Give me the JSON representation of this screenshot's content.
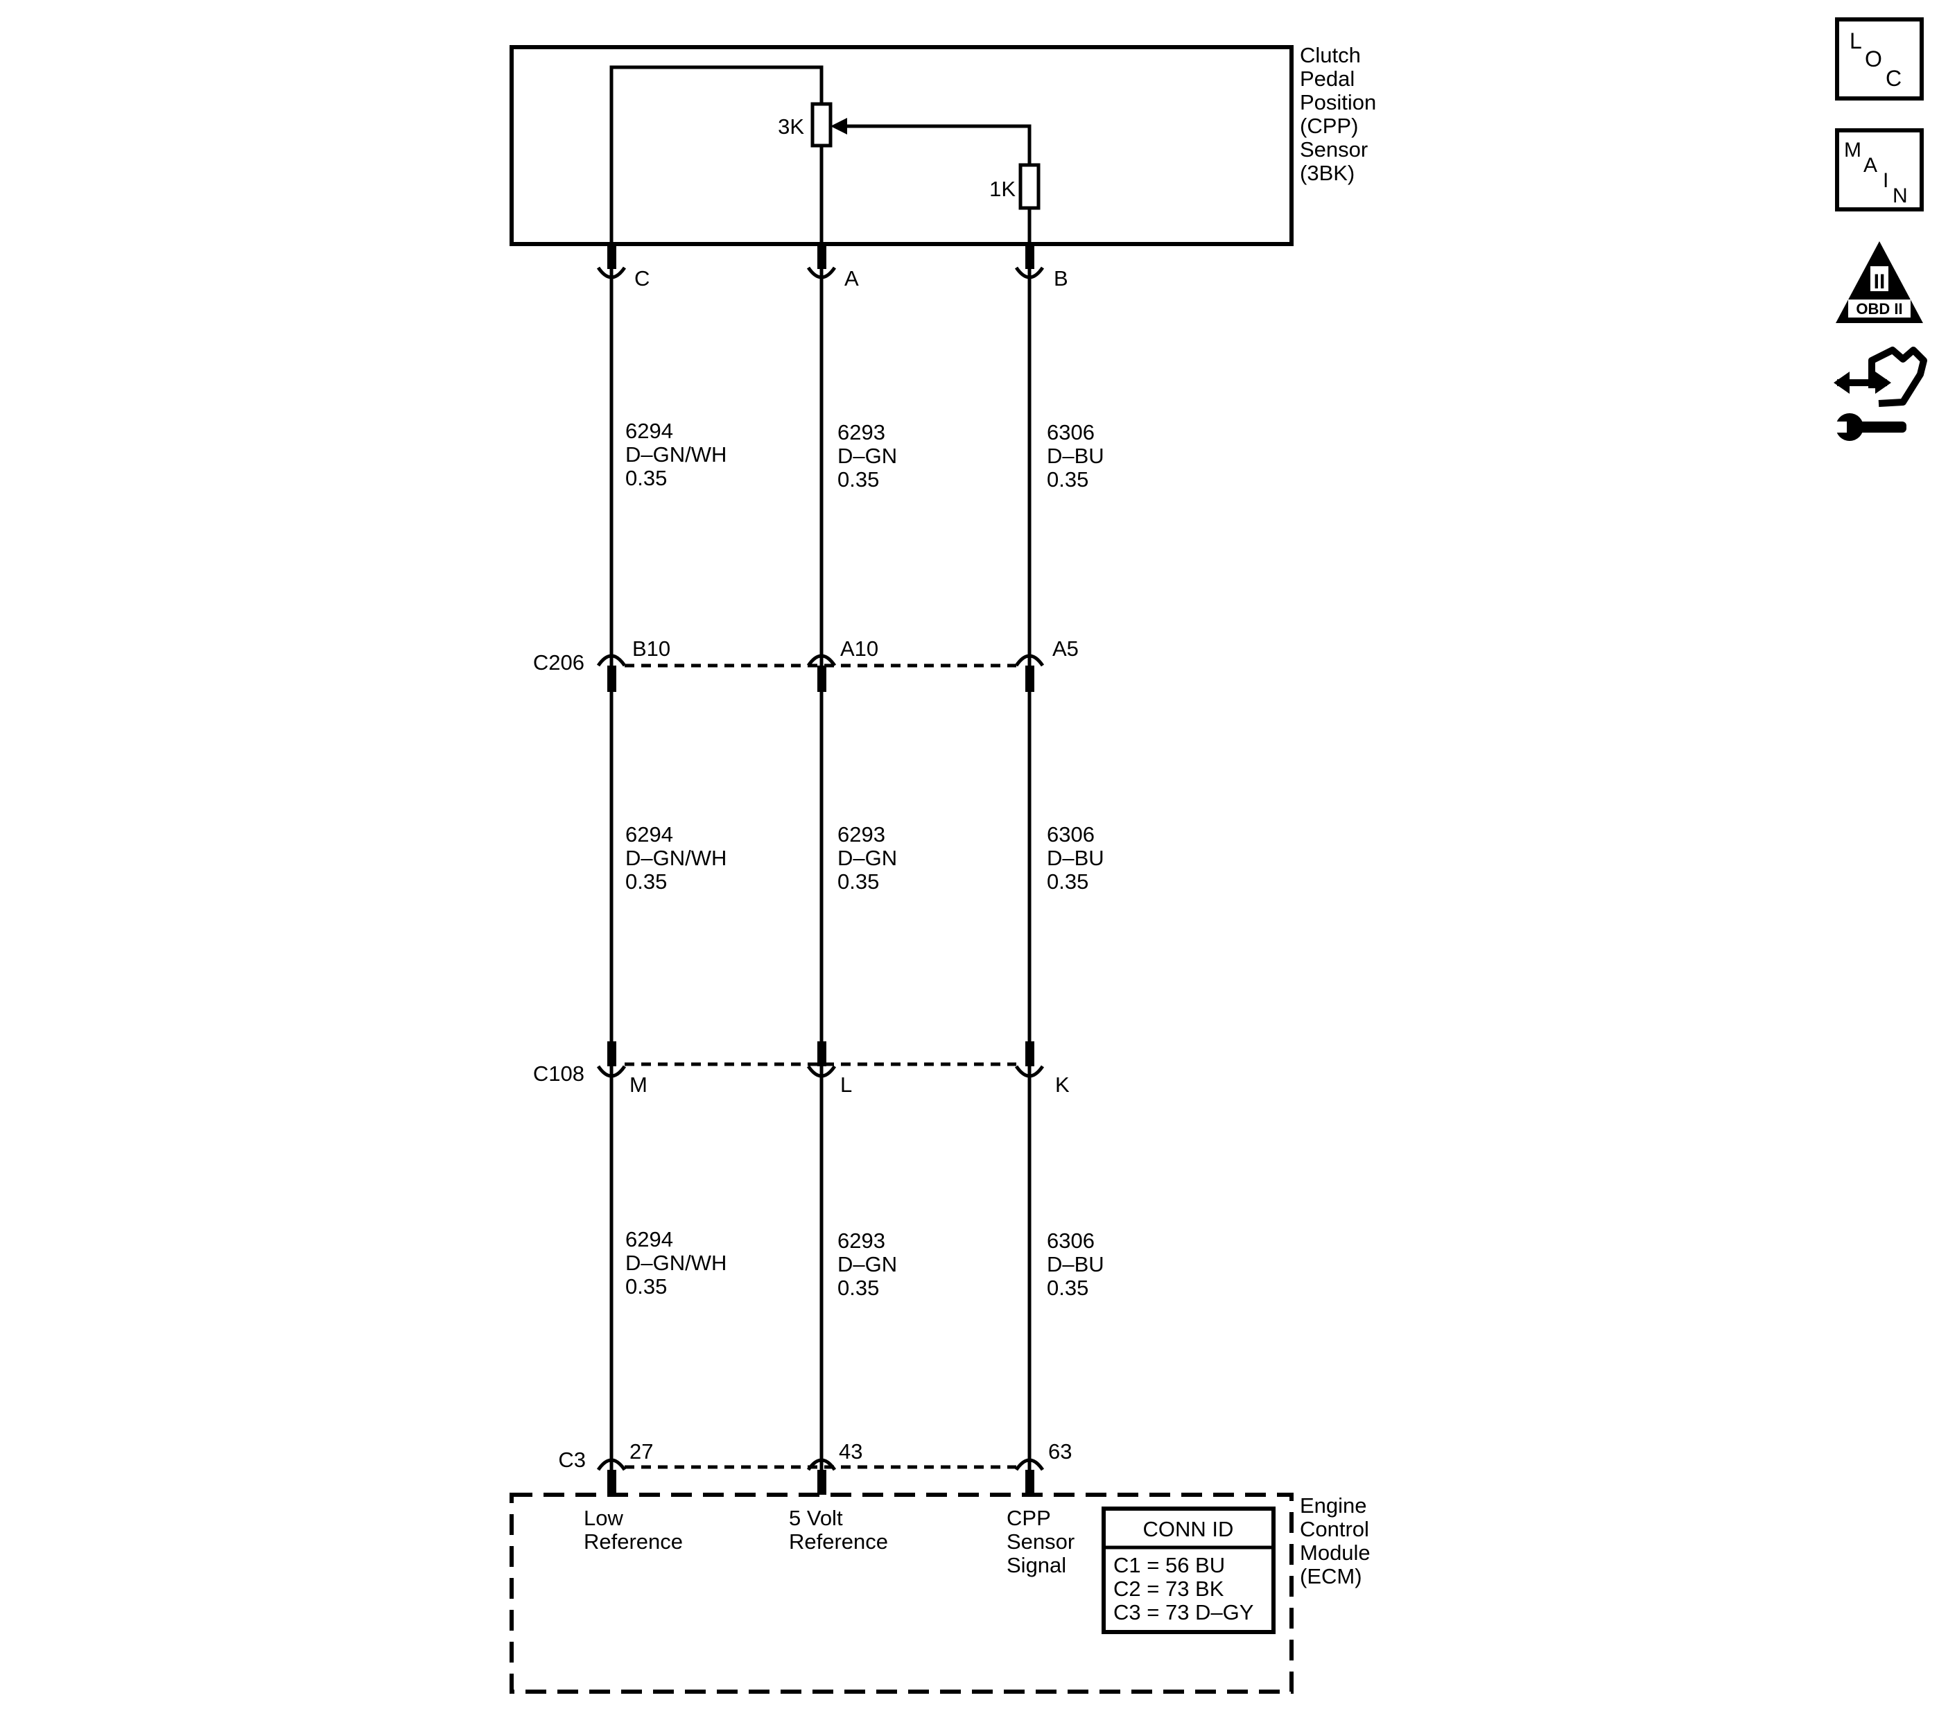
{
  "sensor": {
    "name_lines": [
      "Clutch",
      "Pedal",
      "Position",
      "(CPP)",
      "Sensor",
      "(3BK)"
    ],
    "resistor_main": "3K",
    "resistor_series": "1K"
  },
  "ecm": {
    "name_lines": [
      "Engine",
      "Control",
      "Module",
      "(ECM)"
    ],
    "conn_id": {
      "title": "CONN ID",
      "rows": [
        "C1 = 56 BU",
        "C2 = 73 BK",
        "C3 = 73 D–GY"
      ]
    }
  },
  "connectors": {
    "c206": "C206",
    "c108": "C108",
    "c3": "C3"
  },
  "circuits": [
    {
      "sensor_pin": "C",
      "c206_pin": "B10",
      "c108_pin": "M",
      "ecm_pin": "27",
      "wire_lines": [
        "6294",
        "D–GN/WH",
        "0.35"
      ],
      "function_lines": [
        "Low",
        "Reference"
      ]
    },
    {
      "sensor_pin": "A",
      "c206_pin": "A10",
      "c108_pin": "L",
      "ecm_pin": "43",
      "wire_lines": [
        "6293",
        "D–GN",
        "0.35"
      ],
      "function_lines": [
        "5 Volt",
        "Reference"
      ]
    },
    {
      "sensor_pin": "B",
      "c206_pin": "A5",
      "c108_pin": "K",
      "ecm_pin": "63",
      "wire_lines": [
        "6306",
        "D–BU",
        "0.35"
      ],
      "function_lines": [
        "CPP",
        "Sensor",
        "Signal"
      ]
    }
  ],
  "side_icons": {
    "loc": {
      "letters": [
        "L",
        "O",
        "C"
      ],
      "icon": "loc-icon"
    },
    "main": {
      "letters": [
        "M",
        "A",
        "I",
        "N"
      ],
      "icon": "main-icon"
    },
    "obd": {
      "numeral": "II",
      "label": "OBD II",
      "icon": "obd-ii-icon"
    },
    "repair": {
      "icon": "repair-hand-wrench-icon"
    }
  }
}
